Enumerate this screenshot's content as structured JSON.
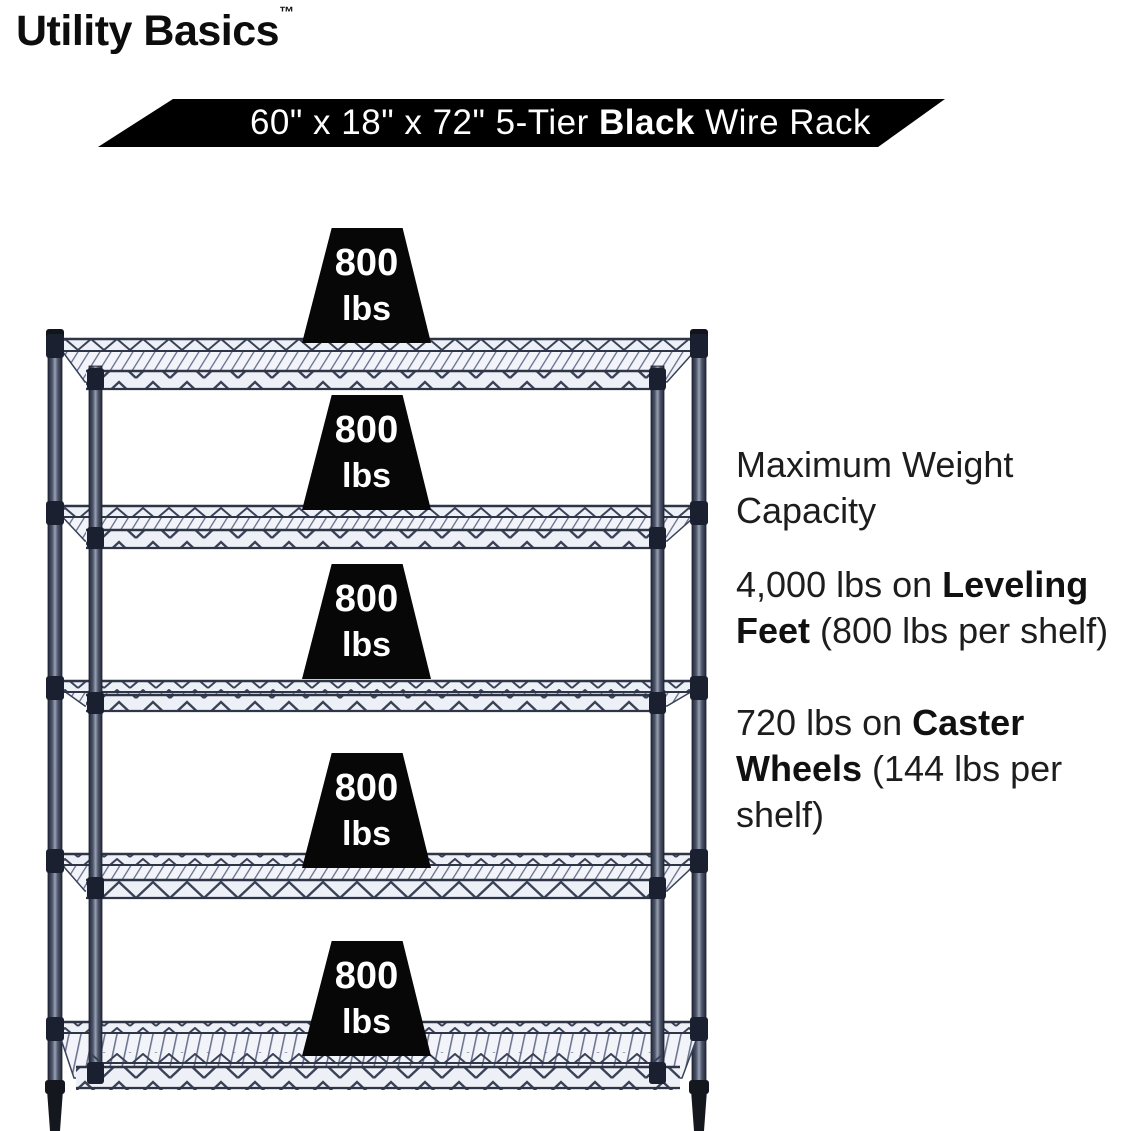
{
  "brand": {
    "name": "Utility Basics",
    "trademark": "™"
  },
  "banner": {
    "prefix": "60\" x 18\" x 72\" 5-Tier ",
    "bold": "Black",
    "suffix": " Wire Rack",
    "bg_color": "#000000",
    "text_color": "#ffffff"
  },
  "rack": {
    "tiers": 5,
    "color_name": "Black",
    "frame_color": "#3a4257",
    "weights": [
      {
        "value": "800",
        "unit": "lbs"
      },
      {
        "value": "800",
        "unit": "lbs"
      },
      {
        "value": "800",
        "unit": "lbs"
      },
      {
        "value": "800",
        "unit": "lbs"
      },
      {
        "value": "800",
        "unit": "lbs"
      }
    ]
  },
  "info": {
    "heading": "Maximum Weight Capacity",
    "leveling": {
      "prefix": "4,000 lbs on ",
      "bold": "Leveling Feet",
      "suffix": " (800 lbs per shelf)"
    },
    "caster": {
      "prefix": "720 lbs on ",
      "bold": "Caster Wheels",
      "suffix": " (144 lbs per shelf)"
    }
  }
}
